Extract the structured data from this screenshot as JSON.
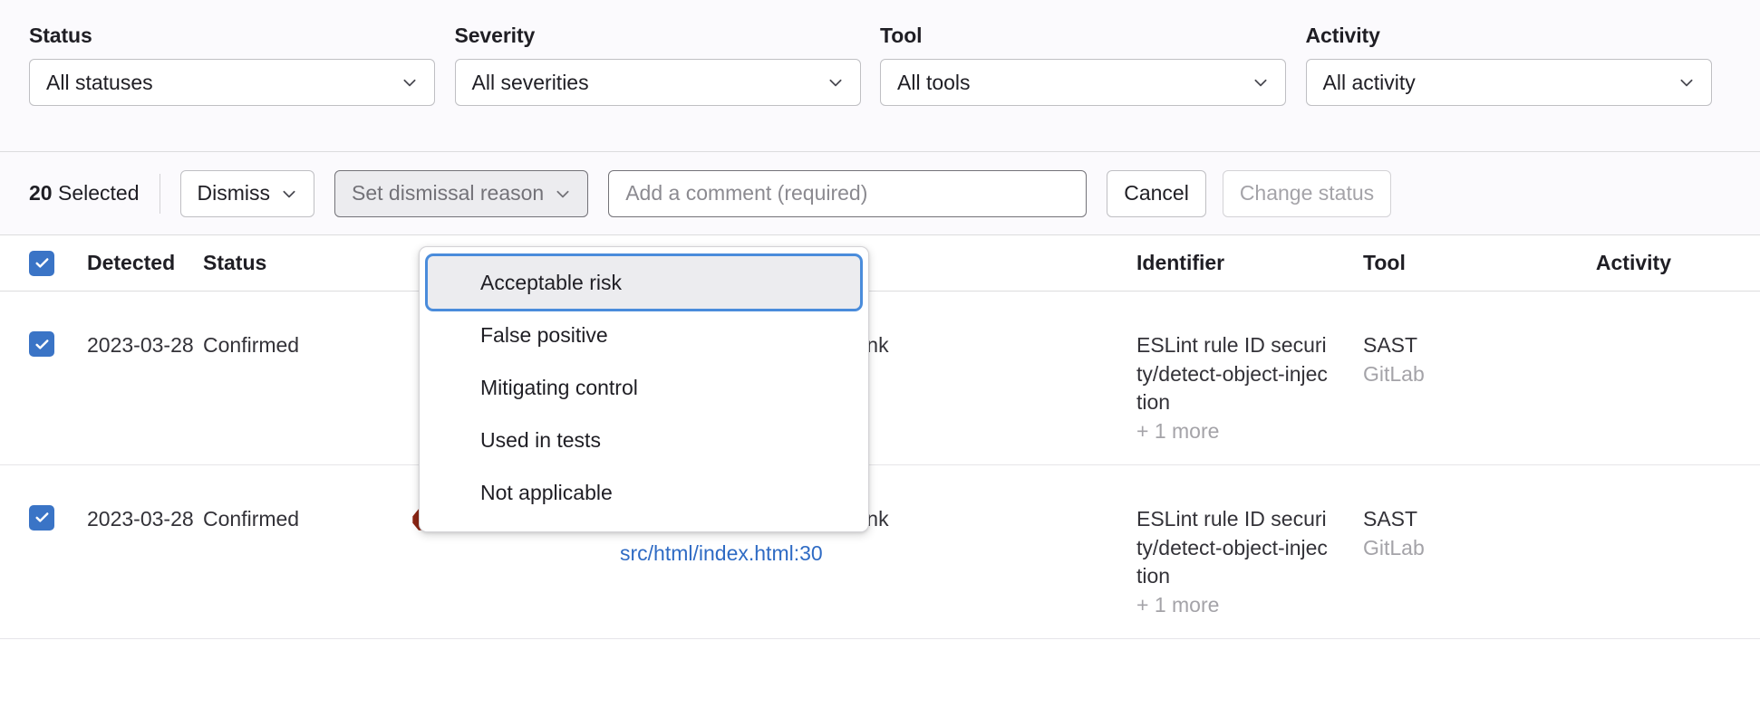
{
  "filters": [
    {
      "label": "Status",
      "value": "All statuses",
      "name": "status"
    },
    {
      "label": "Severity",
      "value": "All severities",
      "name": "severity"
    },
    {
      "label": "Tool",
      "value": "All tools",
      "name": "tool"
    },
    {
      "label": "Activity",
      "value": "All activity",
      "name": "activity"
    }
  ],
  "toolbar": {
    "selected_count": "20",
    "selected_label": "Selected",
    "dismiss_label": "Dismiss",
    "reason_label": "Set dismissal reason",
    "comment_placeholder": "Add a comment (required)",
    "comment_value": "",
    "cancel_label": "Cancel",
    "change_status_label": "Change status"
  },
  "dismissal_menu": {
    "items": [
      {
        "label": "Acceptable risk",
        "focused": true
      },
      {
        "label": "False positive",
        "focused": false
      },
      {
        "label": "Mitigating control",
        "focused": false
      },
      {
        "label": "Used in tests",
        "focused": false
      },
      {
        "label": "Not applicable",
        "focused": false
      }
    ]
  },
  "table": {
    "headers": {
      "detected": "Detected",
      "status": "Status",
      "severity": "",
      "description": "",
      "identifier": "Identifier",
      "tool": "Tool",
      "activity": "Activity"
    },
    "rows": [
      {
        "checked": true,
        "detected": "2023-03-28",
        "status": "Confirmed",
        "severity": "",
        "severity_color": "",
        "description": "Generic Object Injection Sink",
        "location": "",
        "identifier": "ESLint rule ID security/detect-object-injection",
        "identifier_more": "+ 1 more",
        "tool": "SAST",
        "tool_vendor": "GitLab",
        "activity": ""
      },
      {
        "checked": true,
        "detected": "2023-03-28",
        "status": "Confirmed",
        "severity": "Critical",
        "severity_color": "#8b2615",
        "description": "Generic Object Injection Sink",
        "location": "src/html/index.html:30",
        "identifier": "ESLint rule ID security/detect-object-injection",
        "identifier_more": "+ 1 more",
        "tool": "SAST",
        "tool_vendor": "GitLab",
        "activity": ""
      }
    ]
  },
  "colors": {
    "accent": "#3a74c6",
    "link": "#2f6bc4",
    "critical": "#8b2615",
    "muted": "#a4a3a8",
    "bar_bg": "#fbfafd"
  }
}
